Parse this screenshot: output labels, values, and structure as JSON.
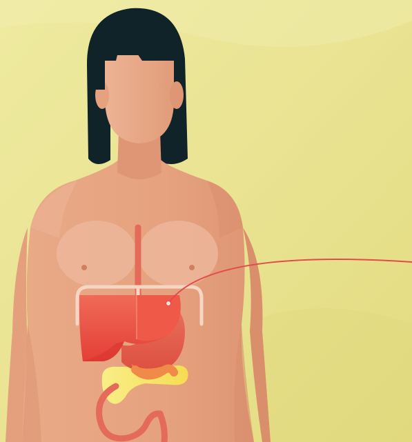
{
  "scene": {
    "subject": "anatomical-illustration-woman-digestive-system",
    "colors": {
      "background_light": "#EEEBA6",
      "background_dark": "#E2DA7E",
      "skin": "#E8A683",
      "skin_shadow": "#DB9372",
      "hair": "#0F2329",
      "organ_red": "#E8473D",
      "organ_light": "#F2866F",
      "pancreas_yellow": "#F7E45B",
      "callout_line": "#E24B4B"
    },
    "organs": [
      "liver",
      "stomach",
      "esophagus",
      "pancreas",
      "intestine",
      "rib-cage-outline"
    ]
  }
}
